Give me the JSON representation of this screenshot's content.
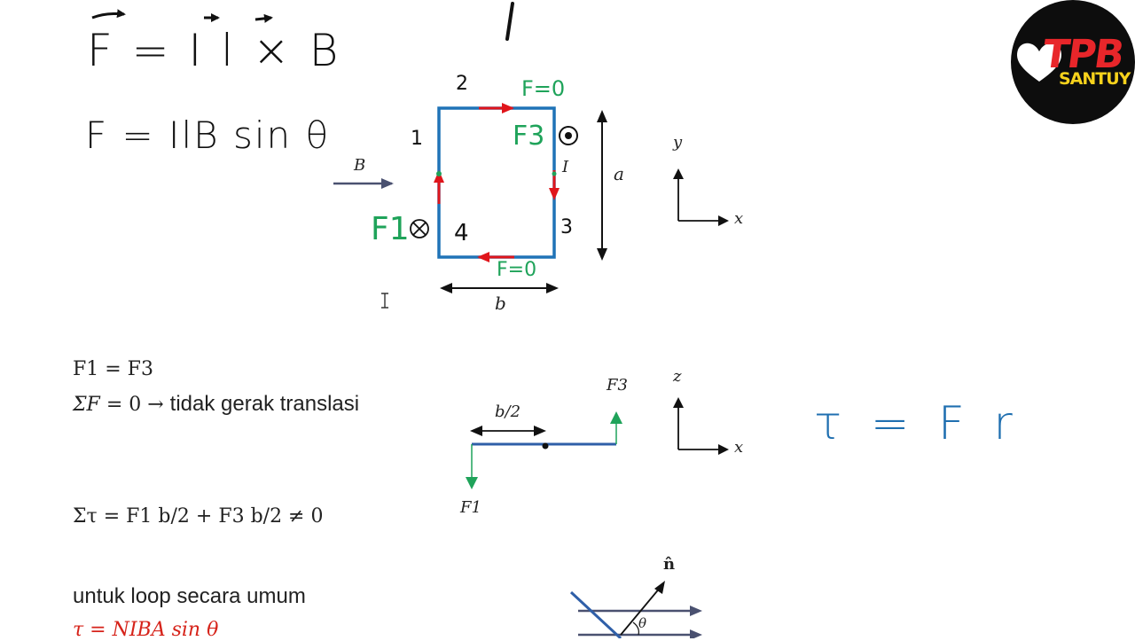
{
  "handwritten": {
    "formula_vector": "F = I l × B",
    "formula_scalar": "F = IlB sin θ",
    "torque": "τ = F r",
    "label_f0_top": "F=0",
    "label_f0_bottom": "F=0",
    "label_f3": "F3",
    "label_f1": "F1",
    "side_1": "1",
    "side_2": "2",
    "side_3": "3",
    "side_4": "4"
  },
  "diagram_top": {
    "label_B": "B",
    "label_I": "I",
    "label_a": "a",
    "label_b": "b",
    "axis_y": "y",
    "axis_x": "x"
  },
  "diagram_side": {
    "label_F3": "F3",
    "label_F1": "F1",
    "label_b2": "b/2",
    "axis_z": "z",
    "axis_x": "x"
  },
  "diagram_bottom": {
    "label_n": "n̂",
    "label_theta": "θ"
  },
  "text": {
    "line1": "F1 = F3",
    "line2_suffix": "tidak gerak translasi",
    "line3": "Στ = F1 b/2 + F3 b/2 ≠ 0",
    "line4": "untuk loop secara umum",
    "line5": "τ = NIBA sin θ"
  },
  "logo": {
    "title": "TPB",
    "subtitle": "SANTUY"
  },
  "colors": {
    "loop_blue": "#1f73b7",
    "current_red": "#e0151b",
    "force_green": "#1fa35a",
    "ink_dark": "#111111",
    "arrow_gray": "#4a5170",
    "torque_blue": "#1f6fb0"
  }
}
